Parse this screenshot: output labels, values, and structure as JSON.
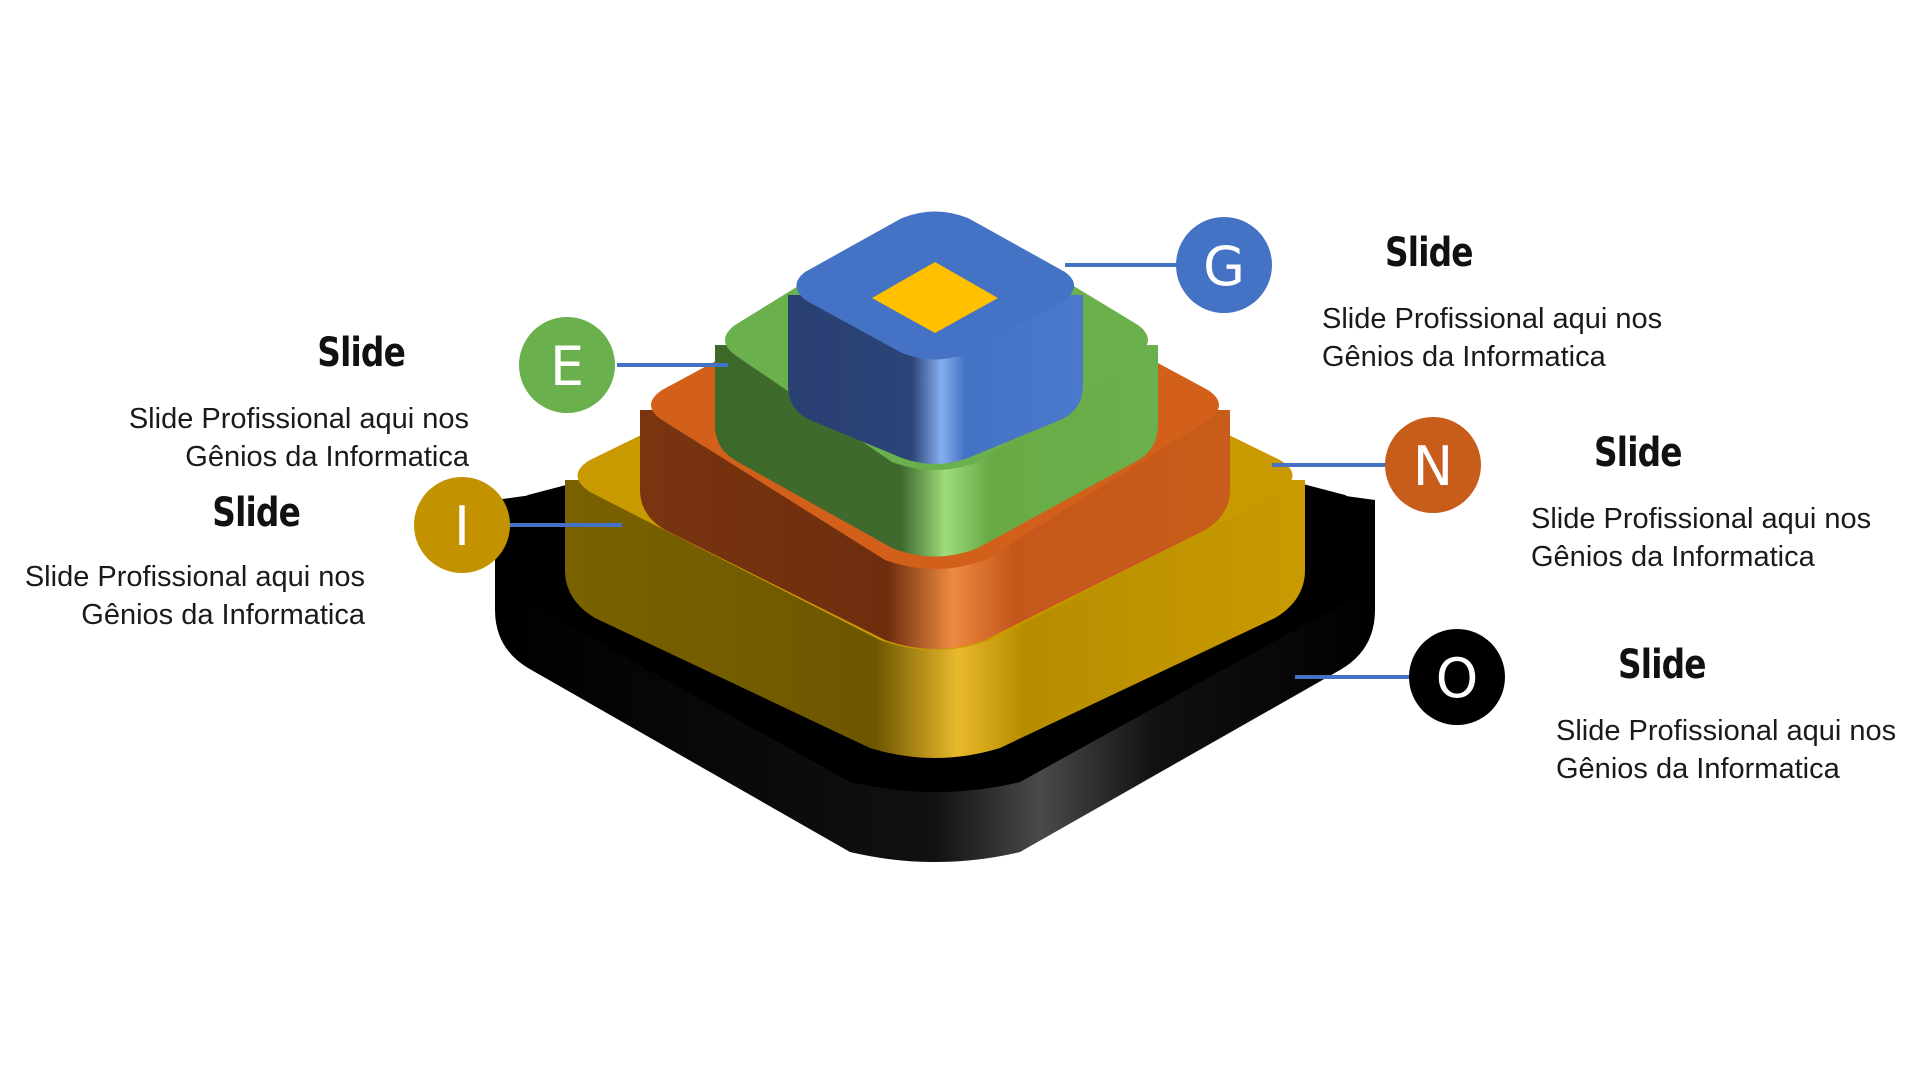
{
  "colors": {
    "base": "#000000",
    "gold": "#C89A00",
    "orange": "#D2601A",
    "green": "#6AB04C",
    "blue": "#4472C4",
    "diamond": "#FFC000",
    "connector": "#4472C4"
  },
  "items": [
    {
      "letter": "G",
      "title": "Slide",
      "line1": "Slide Profissional aqui nos",
      "line2": "Gênios da Informatica"
    },
    {
      "letter": "E",
      "title": "Slide",
      "line1": "Slide Profissional aqui nos",
      "line2": "Gênios da Informatica"
    },
    {
      "letter": "N",
      "title": "Slide",
      "line1": "Slide Profissional aqui nos",
      "line2": "Gênios da Informatica"
    },
    {
      "letter": "I",
      "title": "Slide",
      "line1": "Slide Profissional aqui nos",
      "line2": "Gênios da Informatica"
    },
    {
      "letter": "O",
      "title": "Slide",
      "line1": "Slide Profissional aqui nos",
      "line2": "Gênios da Informatica"
    }
  ]
}
